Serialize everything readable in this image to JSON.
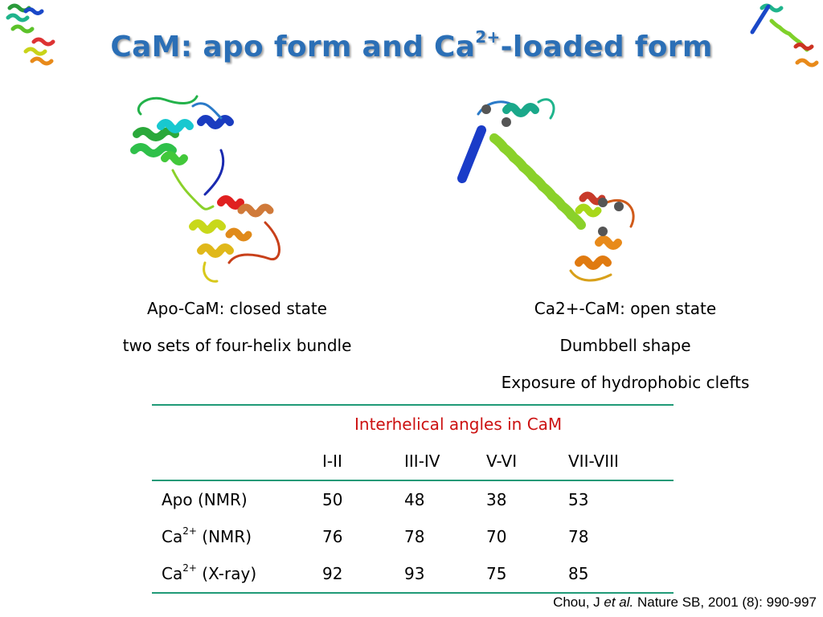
{
  "slide": {
    "title_main": "CaM: apo form and Ca",
    "title_sup": "2+",
    "title_tail": "-loaded form"
  },
  "left_caption": {
    "line1": "Apo-CaM: closed state",
    "line2": "two sets of four-helix bundle"
  },
  "right_caption": {
    "line1": "Ca2+-CaM:  open state",
    "line2": "Dumbbell shape",
    "line3": "Exposure of hydrophobic clefts"
  },
  "table": {
    "title": "Interhelical angles in CaM",
    "headers": [
      "",
      "I-II",
      "III-IV",
      "V-VI",
      "VII-VIII"
    ],
    "rows": [
      {
        "label_main": "Apo (NMR)",
        "label_sup": "",
        "label_tail": "",
        "values": [
          "50",
          "48",
          "38",
          "53"
        ]
      },
      {
        "label_main": "Ca",
        "label_sup": "2+",
        "label_tail": " (NMR)",
        "values": [
          "76",
          "78",
          "70",
          "78"
        ]
      },
      {
        "label_main": "Ca",
        "label_sup": "2+",
        "label_tail": " (X-ray)",
        "values": [
          "92",
          "93",
          "75",
          "85"
        ]
      }
    ]
  },
  "citation": {
    "author": "Chou, J ",
    "etal": "et al.",
    "rest": " Nature SB, 2001 (8): 990-997"
  },
  "colors": {
    "title": "#2b6fb6",
    "table_title": "#cc1111",
    "rule": "#1f9a77"
  }
}
